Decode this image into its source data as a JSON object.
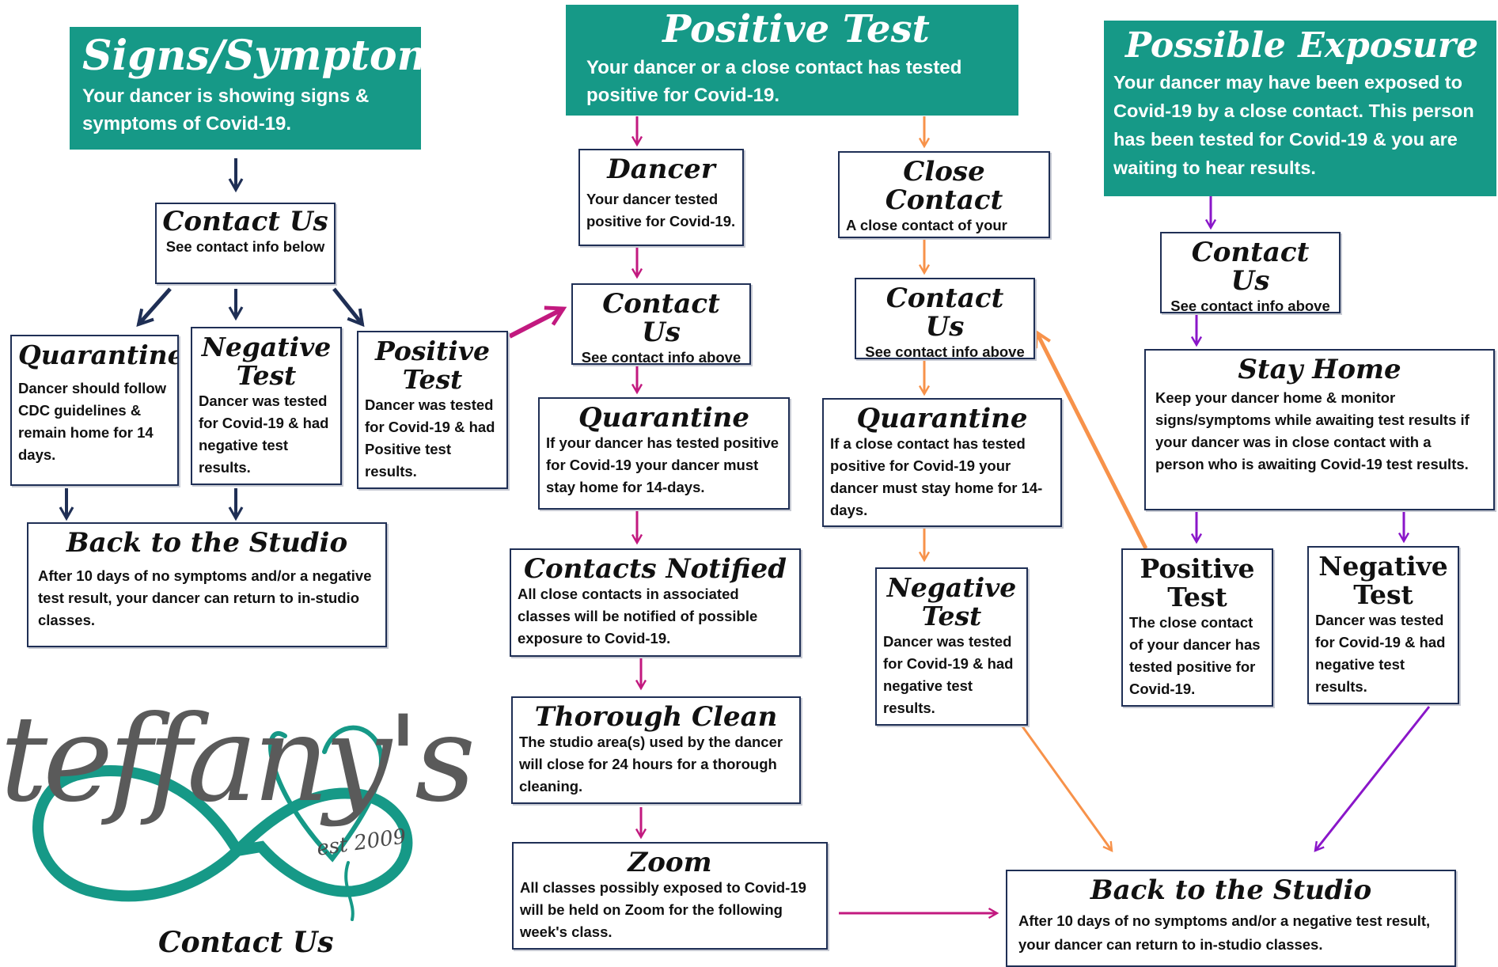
{
  "colors": {
    "teal": "#169987",
    "navy_arrow": "#1f2f55",
    "magenta_arrow": "#c2197f",
    "orange_arrow": "#f7924a",
    "purple_arrow": "#8a16c9",
    "box_border": "#1f2f55"
  },
  "headers": {
    "signs": {
      "title": "Signs/Symptoms",
      "desc": "Your dancer is showing signs & symptoms of Covid-19."
    },
    "positive": {
      "title": "Positive Test",
      "desc": "Your dancer or a close contact has tested positive for Covid-19."
    },
    "exposure": {
      "title": "Possible Exposure",
      "desc": "Your dancer may have been exposed to Covid-19 by a close contact. This person has been tested for Covid-19 & you are waiting to hear results."
    }
  },
  "signs": {
    "contact": {
      "title": "Contact Us",
      "text": "See contact info below"
    },
    "quarantine": {
      "title": "Quarantine",
      "text": "Dancer should follow CDC guidelines & remain home for 14 days."
    },
    "negative": {
      "title": "Negative Test",
      "text": "Dancer was tested for Covid-19 & had negative test results."
    },
    "positive": {
      "title": "Positive Test",
      "text": "Dancer was tested for Covid-19 & had Positive test results."
    },
    "back": {
      "title": "Back to the Studio",
      "text": "After 10 days of no symptoms and/or a negative test result, your dancer can return to in-studio classes."
    }
  },
  "dancer_path": {
    "dancer": {
      "title": "Dancer",
      "text": "Your dancer tested positive for Covid-19."
    },
    "contact": {
      "title": "Contact Us",
      "text": "See contact info above"
    },
    "quarantine": {
      "title": "Quarantine",
      "text": "If your dancer has tested positive for Covid-19 your dancer must stay home for 14-days."
    },
    "notified": {
      "title": "Contacts Notified",
      "text": "All close contacts in associated classes will be notified of possible exposure to Covid-19."
    },
    "clean": {
      "title": "Thorough Clean",
      "text": "The studio area(s) used by the dancer will close for 24 hours for a thorough cleaning."
    },
    "zoom": {
      "title": "Zoom",
      "text": "All classes possibly exposed to Covid-19 will be held on Zoom for the following week's class."
    }
  },
  "close_contact_path": {
    "close": {
      "title": "Close Contact",
      "text": "A close contact of your dancer has tested positive."
    },
    "contact": {
      "title": "Contact Us",
      "text": "See contact info above"
    },
    "quarantine": {
      "title": "Quarantine",
      "text": "If a close contact has tested positive for Covid-19 your dancer must stay home for 14-days."
    },
    "negative": {
      "title": "Negative Test",
      "text": "Dancer was tested for Covid-19 & had negative test results."
    }
  },
  "exposure_path": {
    "contact": {
      "title": "Contact Us",
      "text": "See contact info above"
    },
    "stay": {
      "title": "Stay Home",
      "text": "Keep your dancer home & monitor signs/symptoms while awaiting test results if your dancer was in close contact with a person who is awaiting Covid-19 test results."
    },
    "positive": {
      "title": "Positive Test",
      "text": "The close contact of your dancer has tested positive for Covid-19."
    },
    "negative": {
      "title": "Negative Test",
      "text": "Dancer was tested for Covid-19 & had negative test results."
    }
  },
  "final_back": {
    "title": "Back to the Studio",
    "text": "After 10 days of no symptoms and/or a negative test result, your dancer can return to in-studio classes."
  },
  "logo": {
    "wordmark": "teffany's",
    "est": "est 2009"
  },
  "footer": {
    "contact_title": "Contact Us"
  }
}
